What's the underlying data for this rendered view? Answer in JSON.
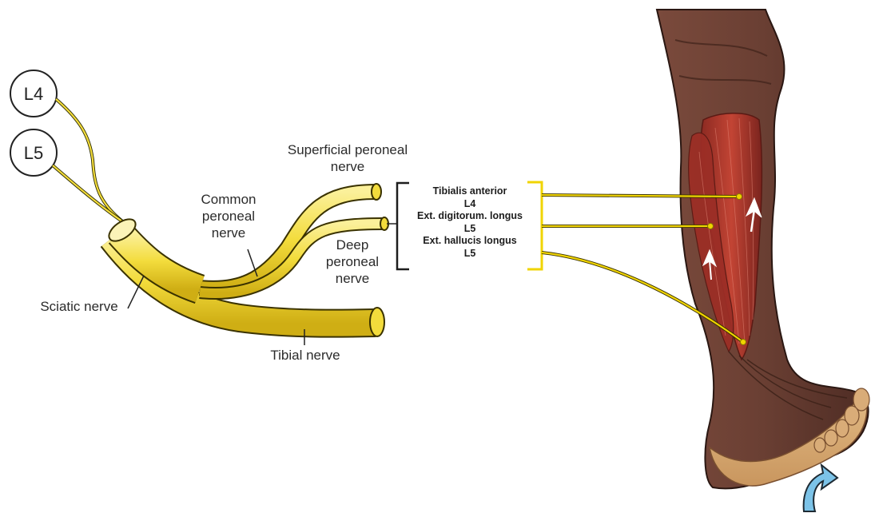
{
  "roots": [
    "L4",
    "L5"
  ],
  "nerves": {
    "superficial": [
      "Superficial peroneal",
      "nerve"
    ],
    "common": [
      "Common",
      "peroneal",
      "nerve"
    ],
    "deep": [
      "Deep",
      "peroneal",
      "nerve"
    ],
    "sciatic": "Sciatic nerve",
    "tibial": "Tibial nerve"
  },
  "muscles": [
    {
      "name": "Tibialis anterior",
      "root": "L4"
    },
    {
      "name": "Ext. digitorum. longus",
      "root": "L5"
    },
    {
      "name": "Ext. hallucis longus",
      "root": "L5"
    }
  ],
  "colors": {
    "nerve_fill": "#f3dc3c",
    "nerve_stroke": "#2a2a00",
    "connector": "#f0d400",
    "skin": "#6e4236",
    "muscle": "#a6342a",
    "sole": "#dcb07a",
    "arrow_blue": "#7cc3e8"
  },
  "icons": [
    "upward-arrow-icon",
    "curved-arrow-icon"
  ]
}
